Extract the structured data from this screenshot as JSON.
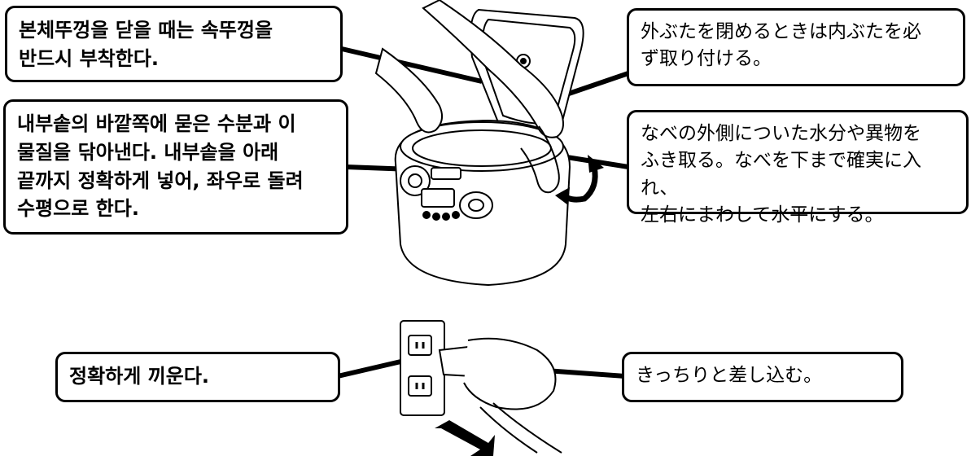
{
  "callouts": {
    "lid_ko": "본체뚜껑을 닫을 때는 속뚜껑을\n반드시 부착한다.",
    "lid_ja": "外ぶたを閉めるときは内ぶたを必\nず取り付ける。",
    "pot_ko": "내부솥의 바깥쪽에 묻은 수분과 이\n물질을 닦아낸다. 내부솥을 아래\n끝까지 정확하게 넣어, 좌우로 돌려\n수평으로 한다.",
    "pot_ja": "なべの外側についた水分や異物を\nふき取る。なべを下まで確実に入れ、\n左右にまわして水平にする。",
    "plug_ko": "정확하게 끼운다.",
    "plug_ja": "きっちりと差し込む。"
  }
}
